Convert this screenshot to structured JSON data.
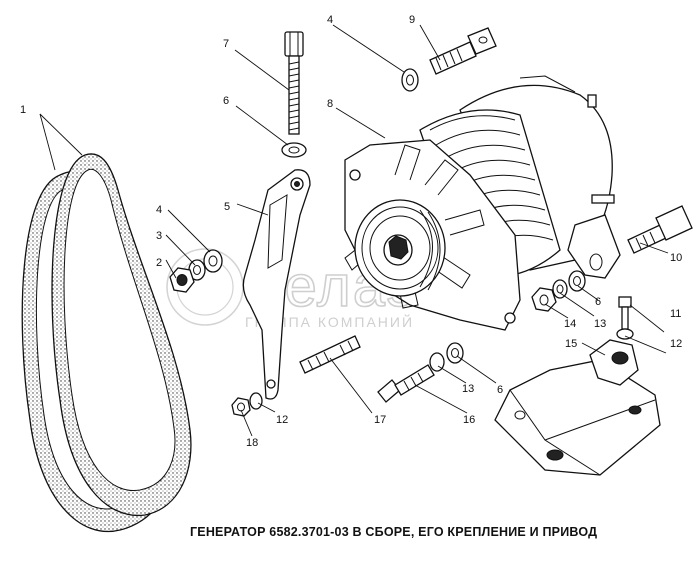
{
  "caption": "ГЕНЕРАТОР 6582.3701-03 В СБОРЕ, ЕГО КРЕПЛЕНИЕ И ПРИВОД",
  "watermark": {
    "main": "белаз",
    "sub": "ГРУППА КОМПАНИЙ"
  },
  "callouts": {
    "c1": "1",
    "c2": "2",
    "c3": "3",
    "c4a": "4",
    "c4b": "4",
    "c5": "5",
    "c6a": "6",
    "c6b": "6",
    "c6c": "6",
    "c7": "7",
    "c8": "8",
    "c9": "9",
    "c10": "10",
    "c11": "11",
    "c12a": "12",
    "c12b": "12",
    "c13a": "13",
    "c13b": "13",
    "c14": "14",
    "c15": "15",
    "c16": "16",
    "c17": "17",
    "c18": "18"
  }
}
